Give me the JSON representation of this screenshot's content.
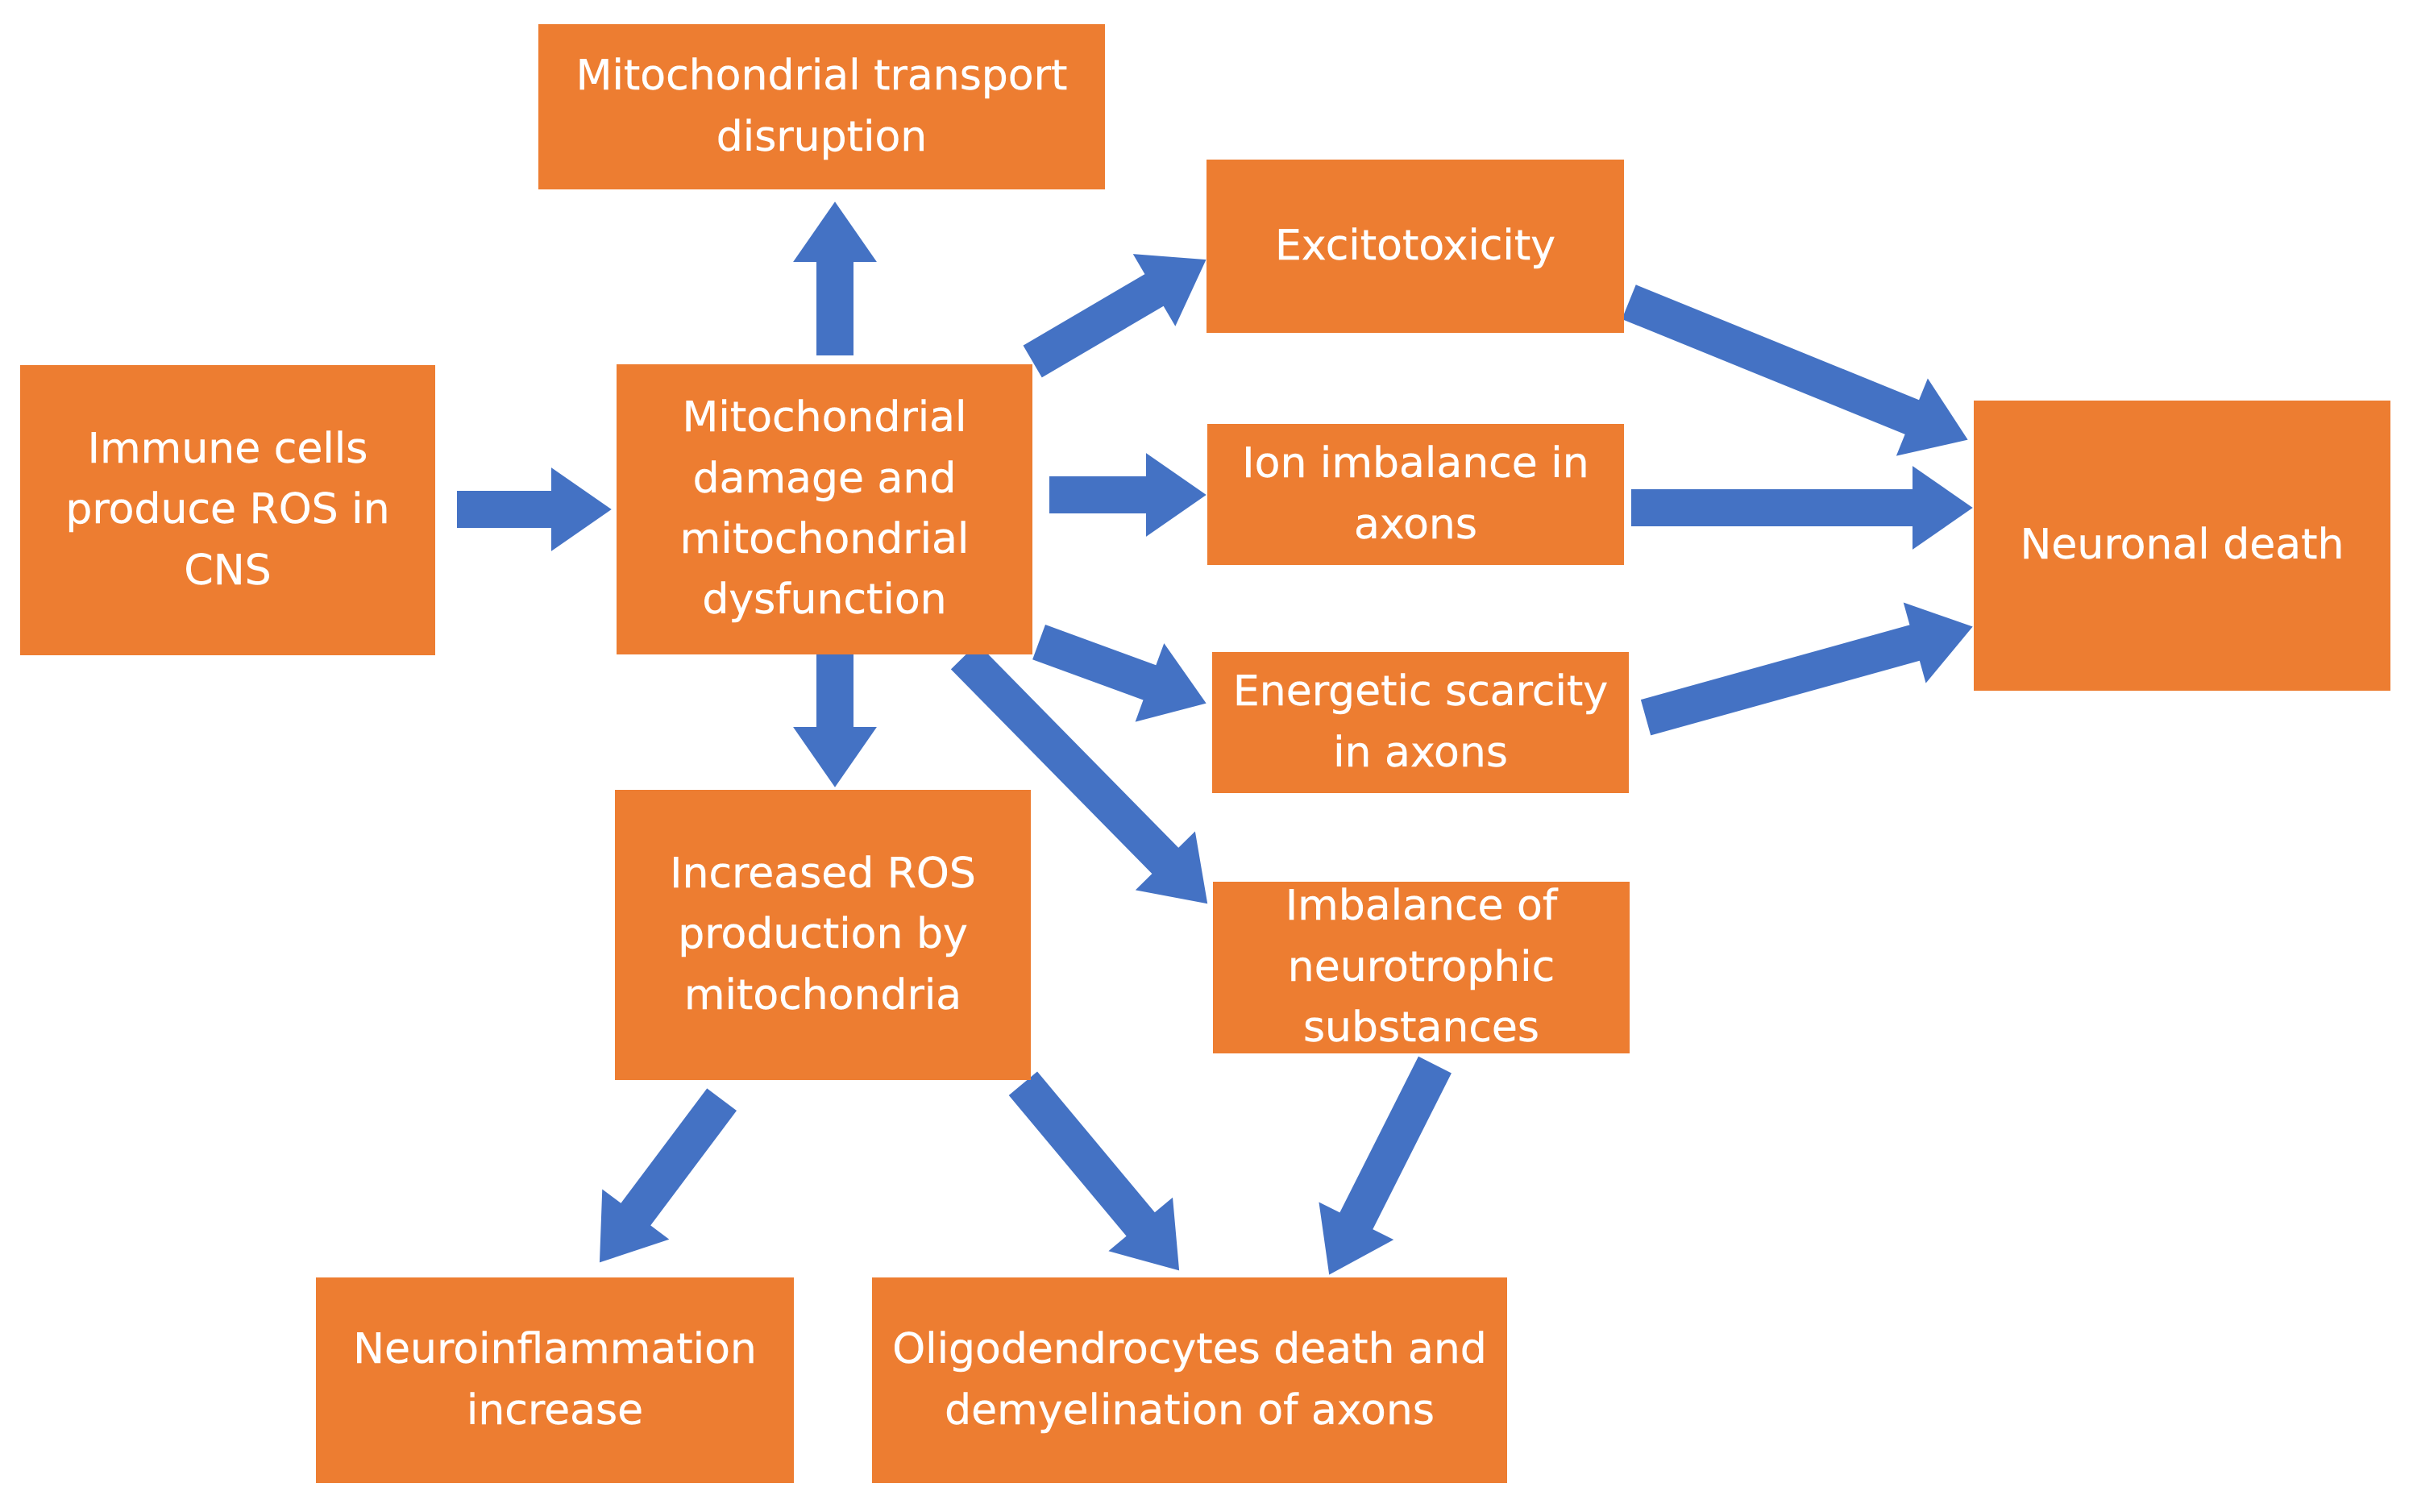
{
  "diagram": {
    "nodes": {
      "immune_cells": {
        "label": "Immune cells produce ROS in CNS"
      },
      "mito_damage": {
        "label": "Mitochondrial damage and mitochondrial dysfunction"
      },
      "mito_transport": {
        "label": "Mitochondrial transport disruption"
      },
      "excitotoxicity": {
        "label": "Excitotoxicity"
      },
      "ion_imbalance": {
        "label": "Ion imbalance in axons"
      },
      "energetic_scarcity": {
        "label": "Energetic scarcity in axons"
      },
      "neurotrophic": {
        "label": "Imbalance of neurotrophic substances"
      },
      "increased_ros": {
        "label": "Increased ROS production by mitochondria"
      },
      "neuronal_death": {
        "label": "Neuronal death"
      },
      "neuroinflammation": {
        "label": "Neuroinflammation increase"
      },
      "oligodendrocytes": {
        "label": "Oligodendrocytes death and demyelination of axons"
      }
    },
    "edges": [
      {
        "from": "immune_cells",
        "to": "mito_damage"
      },
      {
        "from": "mito_damage",
        "to": "mito_transport"
      },
      {
        "from": "mito_damage",
        "to": "excitotoxicity"
      },
      {
        "from": "mito_damage",
        "to": "ion_imbalance"
      },
      {
        "from": "mito_damage",
        "to": "energetic_scarcity"
      },
      {
        "from": "mito_damage",
        "to": "neurotrophic"
      },
      {
        "from": "mito_damage",
        "to": "increased_ros"
      },
      {
        "from": "excitotoxicity",
        "to": "neuronal_death"
      },
      {
        "from": "ion_imbalance",
        "to": "neuronal_death"
      },
      {
        "from": "energetic_scarcity",
        "to": "neuronal_death"
      },
      {
        "from": "increased_ros",
        "to": "neuroinflammation"
      },
      {
        "from": "increased_ros",
        "to": "oligodendrocytes"
      },
      {
        "from": "neurotrophic",
        "to": "oligodendrocytes"
      }
    ],
    "colors": {
      "box_fill": "#ED7D31",
      "box_text": "#FFFFFF",
      "arrow_fill": "#4472C4",
      "background": "#FFFFFF"
    }
  }
}
